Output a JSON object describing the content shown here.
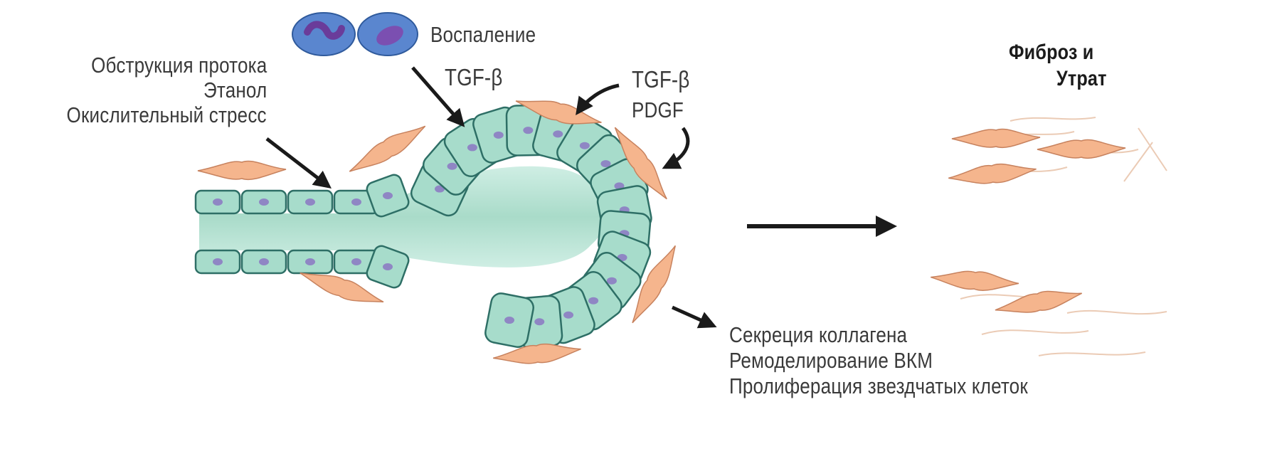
{
  "labels": {
    "inflammation": "Воспаление",
    "tgf_beta_top": "TGF-β",
    "tgf_beta_right": "TGF-β",
    "pdgf": "PDGF",
    "causes": [
      "Обструкция протока",
      "Этанол",
      "Окислительный стресс"
    ],
    "outcomes": [
      "Секреция коллагена",
      "Ремоделирование ВКМ",
      "Пролиферация звездчатых клеток"
    ],
    "fibrosis_title": [
      "Фиброз и",
      "Утрат"
    ]
  },
  "colors": {
    "duct_fill": "#a7dccb",
    "duct_stroke": "#2e6f66",
    "lumen": "#b5e2d3",
    "nucleus": "#8f86c4",
    "stellate": "#f5b58d",
    "stellate_stroke": "#c7825e",
    "arrow": "#1a1a1a",
    "text": "#3a3a3a"
  },
  "icons": [
    "neutrophil-icon",
    "macrophage-icon",
    "stellate-cell-icon",
    "arrow-icon"
  ]
}
